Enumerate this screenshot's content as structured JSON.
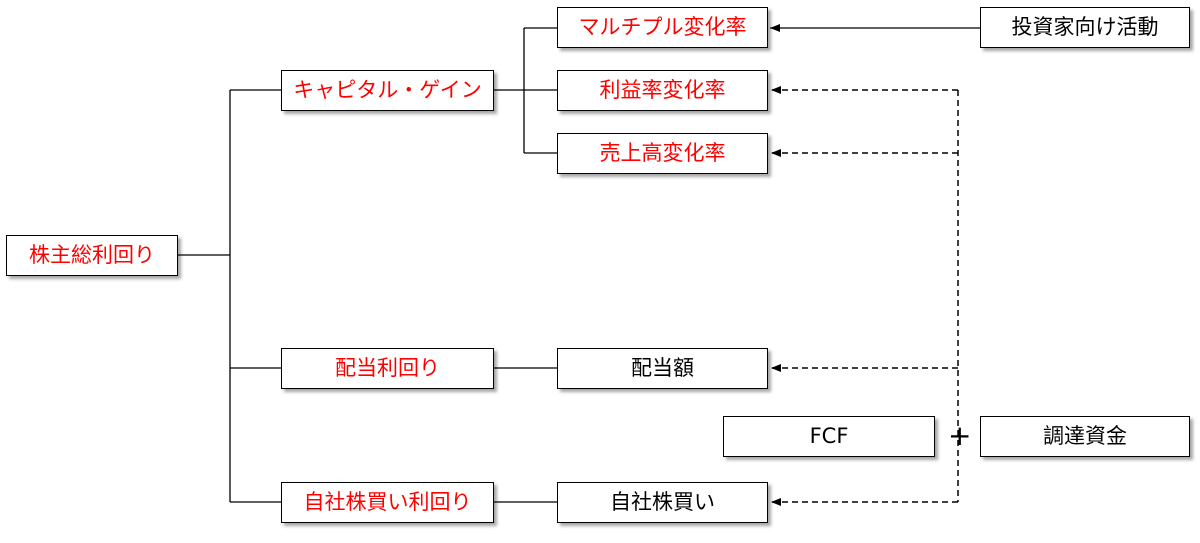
{
  "colors": {
    "highlight": "#ff0000",
    "text": "#000000",
    "line": "#000000"
  },
  "nodes": {
    "total_shareholder_return": "株主総利回り",
    "capital_gain": "キャピタル・ゲイン",
    "dividend_yield": "配当利回り",
    "buyback_yield": "自社株買い利回り",
    "multiple_change": "マルチプル変化率",
    "margin_change": "利益率変化率",
    "sales_change": "売上高変化率",
    "dividend_amount": "配当額",
    "buyback": "自社株買い",
    "investor_relations": "投資家向け活動",
    "fcf": "FCF",
    "financing": "調達資金"
  },
  "operator": "+"
}
